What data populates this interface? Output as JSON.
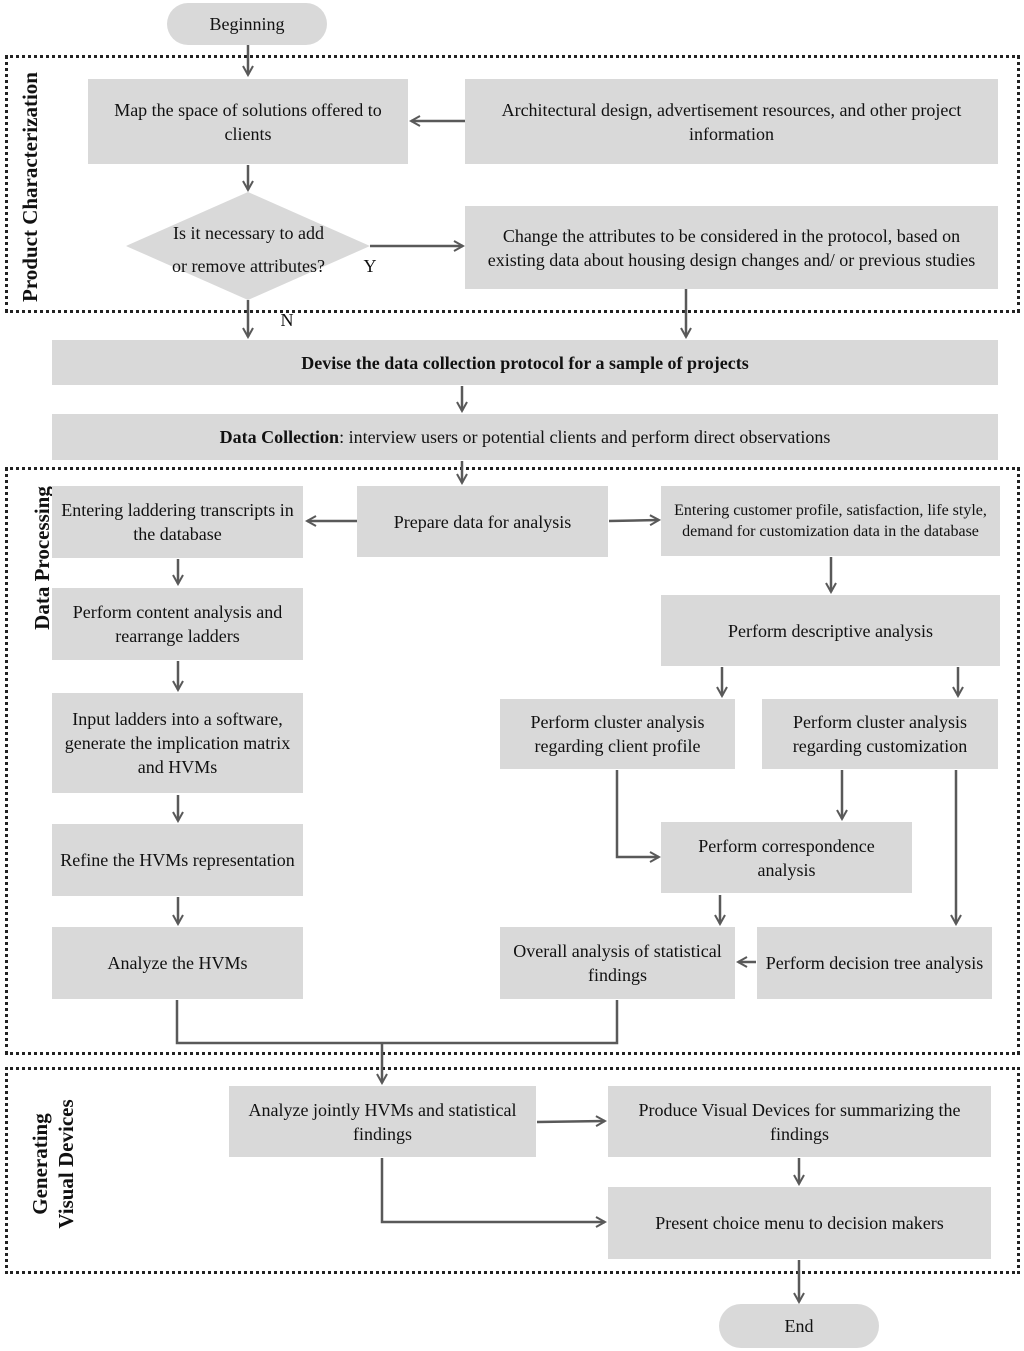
{
  "sections": {
    "product_characterization": "Product Characterization",
    "data_processing": "Data Processing",
    "generating_line1": "Generating",
    "generating_line2": "Visual Devices"
  },
  "terminals": {
    "start": "Beginning",
    "end": "End"
  },
  "nodes": {
    "map_space": "Map the space of solutions offered to clients",
    "arch_design": "Architectural design, advertisement resources, and other project information",
    "decision_line1": "Is it necessary to add",
    "decision_line2": "or remove attributes?",
    "change_attributes": "Change the attributes to be considered in the protocol, based on existing data about housing design changes and/ or previous studies",
    "devise_protocol": "Devise the data collection protocol for a sample of projects",
    "data_collection_bold": "Data Collection",
    "data_collection_rest": ": interview users or potential clients and perform direct observations",
    "entering_laddering": "Entering laddering transcripts in the database",
    "prepare_data": "Prepare data for analysis",
    "entering_customer": "Entering customer profile, satisfaction, life style, demand for customization data in the database",
    "content_analysis": "Perform content analysis and rearrange ladders",
    "descriptive_analysis": "Perform descriptive analysis",
    "input_ladders": "Input ladders into a software, generate the implication matrix and HVMs",
    "cluster_client": "Perform cluster analysis regarding client profile",
    "cluster_custom": "Perform cluster analysis regarding customization",
    "refine_hvms": "Refine the HVMs representation",
    "correspondence": "Perform correspondence analysis",
    "analyze_hvms": "Analyze the HVMs",
    "overall_stats": "Overall analysis of statistical findings",
    "decision_tree": "Perform decision tree analysis",
    "analyze_jointly": "Analyze jointly HVMs and statistical findings",
    "produce_visual": "Produce Visual Devices for summarizing the findings",
    "present_menu": "Present choice menu to decision makers"
  },
  "branch_labels": {
    "yes": "Y",
    "no": "N"
  },
  "colors": {
    "box_fill": "#d9d9d9",
    "arrow": "#595959",
    "border": "#222222"
  }
}
